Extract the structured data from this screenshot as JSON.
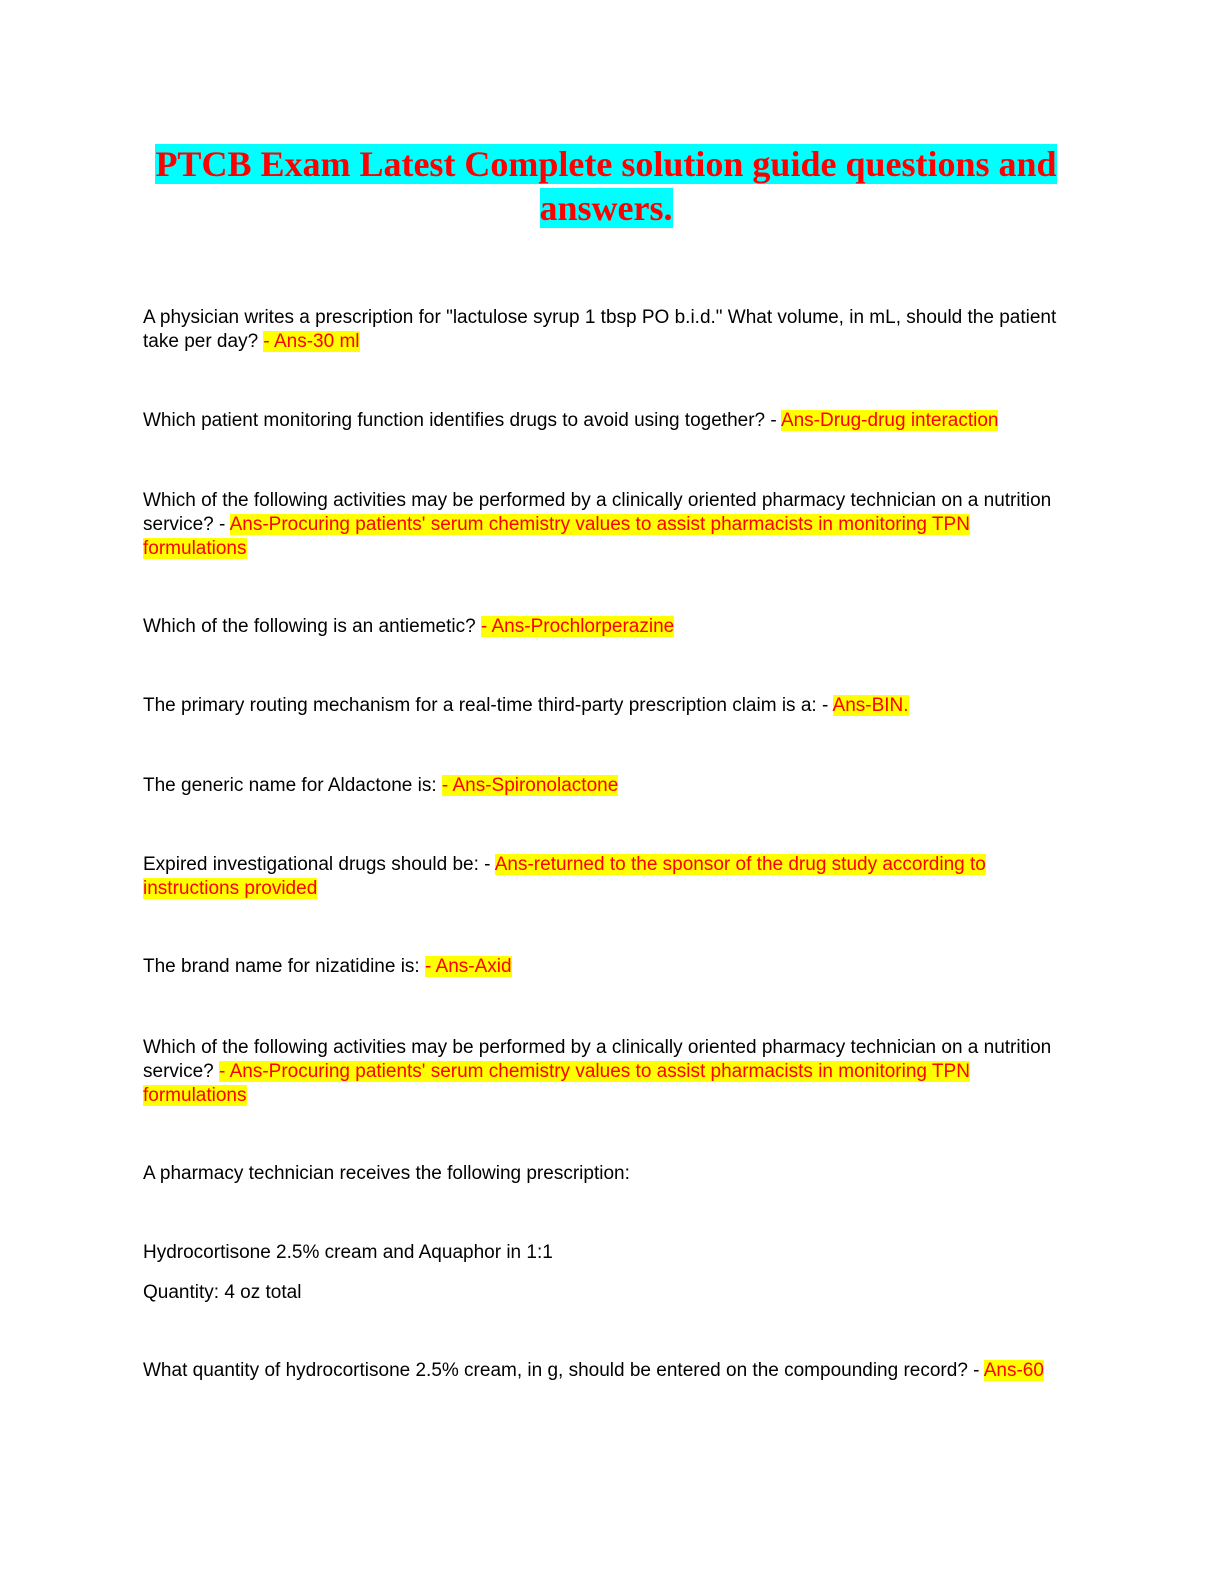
{
  "title": "PTCB Exam Latest Complete solution guide questions and answers.",
  "items": [
    {
      "q": "A physician writes a prescription for \"lactulose syrup 1 tbsp PO b.i.d.\" What volume, in mL, should the patient take per day?",
      "sep": " ",
      "a": "- Ans-30 ml"
    },
    {
      "q": "Which patient monitoring function identifies drugs to avoid using together?",
      "sep": " - ",
      "a": "Ans-Drug-drug interaction"
    },
    {
      "q": "Which of the following activities may be performed by a clinically oriented pharmacy technician on a nutrition service?",
      "sep": " - ",
      "a": "Ans-Procuring patients' serum chemistry values to assist pharmacists in monitoring TPN formulations"
    },
    {
      "q": "Which of the following is an antiemetic?",
      "sep": " ",
      "a": "- Ans-Prochlorperazine"
    },
    {
      "q": "The primary routing mechanism for a real-time third-party prescription claim is a:",
      "sep": " - ",
      "a": "Ans-BIN."
    },
    {
      "q": "The generic name for Aldactone is:",
      "sep": " ",
      "a": "- Ans-Spironolactone"
    },
    {
      "q": "Expired investigational drugs should be:",
      "sep": " - ",
      "a": "Ans-returned to the sponsor of the drug study according to instructions provided"
    },
    {
      "q": "The brand name for nizatidine is:",
      "sep": " ",
      "a": "- Ans-Axid"
    },
    {
      "q": "Which of the following activities may be performed by a clinically oriented pharmacy technician on a nutrition service?",
      "sep": " ",
      "a": "- Ans-Procuring patients' serum chemistry values to assist pharmacists in monitoring TPN formulations"
    }
  ],
  "rx_intro": "A pharmacy technician receives the following prescription:",
  "rx_line1": "Hydrocortisone 2.5% cream and Aquaphor in 1:1",
  "rx_line2": "Quantity: 4 oz total",
  "final": {
    "q": "What quantity of hydrocortisone 2.5% cream, in g, should be entered on the compounding record? -",
    "sep": " ",
    "a": "Ans-60"
  }
}
